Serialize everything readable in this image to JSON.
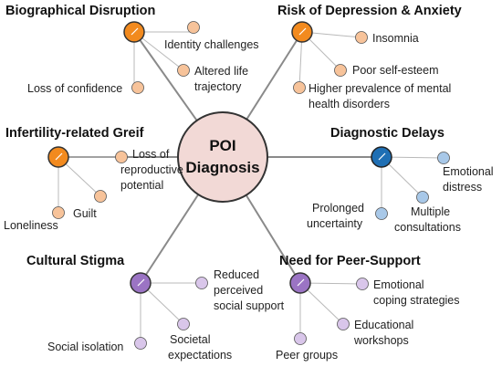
{
  "center": {
    "line1": "POI",
    "line2": "Diagnosis",
    "fill": "#f2d9d6"
  },
  "colors": {
    "orange_hub": "#f28a1e",
    "orange_leaf": "#f7c39a",
    "blue_hub": "#1f6fb4",
    "blue_leaf": "#a8c8e8",
    "purple_hub": "#9b74c4",
    "purple_leaf": "#d9c6ea",
    "spoke": "#8a8a8a"
  },
  "clusters": {
    "biographical": {
      "title": "Biographical Disruption",
      "leaves": [
        "Identity challenges",
        "Altered life",
        "trajectory",
        "Loss of confidence"
      ]
    },
    "depression": {
      "title": "Risk of Depression & Anxiety",
      "leaves": [
        "Insomnia",
        "Poor self-esteem",
        "Higher prevalence of mental",
        "health disorders"
      ]
    },
    "infertility": {
      "title": "Infertility-related Greif",
      "leaves": [
        "Loss of",
        "reproductive",
        "potential",
        "Guilt",
        "Loneliness"
      ]
    },
    "delays": {
      "title": "Diagnostic Delays",
      "leaves": [
        "Emotional",
        "distress",
        "Prolonged",
        "uncertainty",
        "Multiple",
        "consultations"
      ]
    },
    "stigma": {
      "title": "Cultural Stigma",
      "leaves": [
        "Reduced",
        "perceived",
        "social support",
        "Social isolation",
        "Societal",
        "expectations"
      ]
    },
    "peer": {
      "title": "Need for Peer-Support",
      "leaves": [
        "Emotional",
        "coping strategies",
        "Educational",
        "workshops",
        "Peer groups"
      ]
    }
  }
}
